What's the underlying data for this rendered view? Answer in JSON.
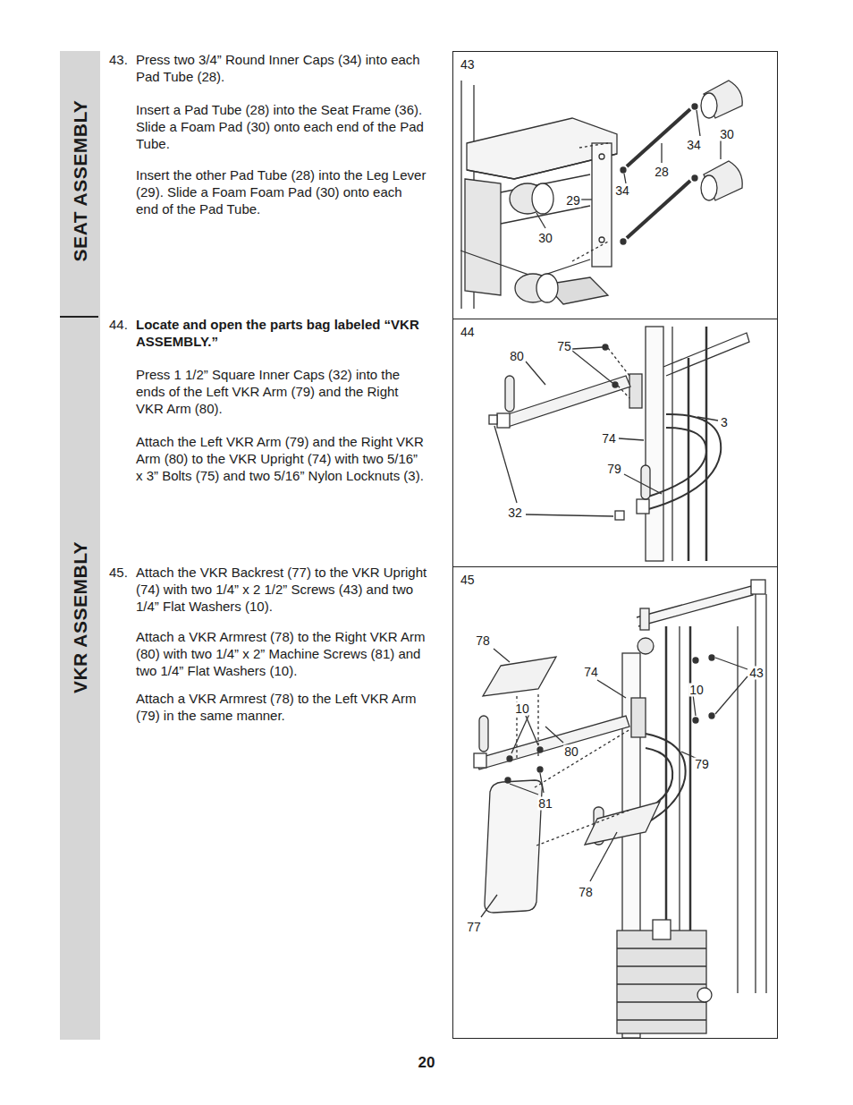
{
  "diagram": {
    "nodes": [
      {
        "text": [
          "SEAT ASSEMBLY",
          "VKR ASSEMBLY"
        ]
      },
      {
        "text": [
          "43"
        ]
      },
      {
        "text": [
          "44"
        ]
      },
      {
        "text": [
          "45"
        ]
      }
    ],
    "labels": [
      "43.",
      "Press two 3/4” Round Inner Caps (34) into each Pad Tube (28).",
      "Insert a Pad Tube (28) into the Seat Frame (36). Slide a Foam Pad (30) onto each end of the Pad Tube.",
      "Insert the other Pad Tube (28) into the Leg Lever (29). Slide a Foam Foam Pad (30) onto each end of the Pad Tube.",
      "44.",
      "Locate and open the parts bag labeled “VKR ASSEMBLY.”",
      "Press 1 1/2” Square Inner Caps (32) into the ends of the Left VKR Arm (79) and the Right VKR Arm (80).",
      "Attach the Left VKR Arm (79) and the Right VKR Arm (80) to the VKR Upright (74) with two 5/16” x 3” Bolts (75) and two 5/16” Nylon Locknuts (3).",
      "45.",
      "Attach the VKR Backrest (77) to the VKR Upright (74) with two 1/4” x 2 1/2” Screws (43) and two 1/4” Flat Washers (10).",
      "Attach a VKR Armrest (78) to the Right VKR Arm (80) with two 1/4” x 2” Machine Screws (81) and two 1/4” Flat Washers (10).",
      "Attach a VKR Armrest (78) to the Left VKR Arm (79) in the same manner.",
      "20",
      "30",
      "34",
      "28",
      "34",
      "29",
      "30",
      "80",
      "75",
      "3",
      "74",
      "79",
      "32",
      "78",
      "74",
      "43",
      "10",
      "10",
      "80",
      "79",
      "81",
      "78",
      "77"
    ]
  }
}
